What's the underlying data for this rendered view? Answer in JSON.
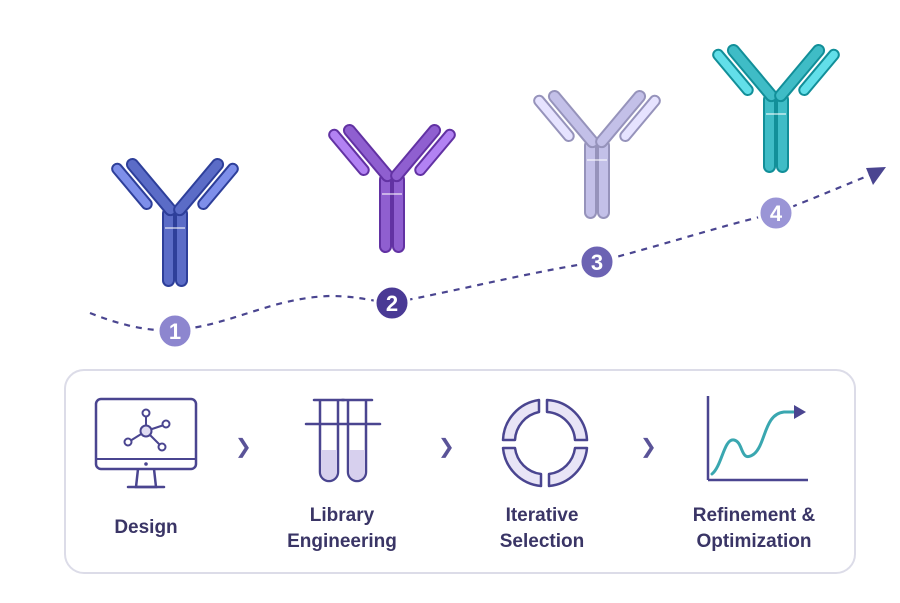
{
  "markers": [
    {
      "number": "1",
      "color": "#8d86cf"
    },
    {
      "number": "2",
      "color": "#4a3a95"
    },
    {
      "number": "3",
      "color": "#6c63b3"
    },
    {
      "number": "4",
      "color": "#9a95d6"
    }
  ],
  "antibodies": [
    {
      "name": "antibody-1",
      "color": "#5b6cc7"
    },
    {
      "name": "antibody-2",
      "color": "#8f5fd0"
    },
    {
      "name": "antibody-3",
      "color": "#c3c0e8"
    },
    {
      "name": "antibody-4",
      "color": "#3fbcc6"
    }
  ],
  "steps": [
    {
      "label": "Design",
      "icon": "monitor-network-icon"
    },
    {
      "label": "Library\nEngineering",
      "icon": "test-tubes-icon"
    },
    {
      "label": "Iterative\nSelection",
      "icon": "cycle-arrows-icon"
    },
    {
      "label": "Refinement &\nOptimization",
      "icon": "growth-chart-icon"
    }
  ],
  "colors": {
    "path": "#4a4590",
    "icon_stroke": "#4a4590",
    "icon_fill": "#e0dcf2",
    "accent_teal": "#3aa7b0"
  }
}
